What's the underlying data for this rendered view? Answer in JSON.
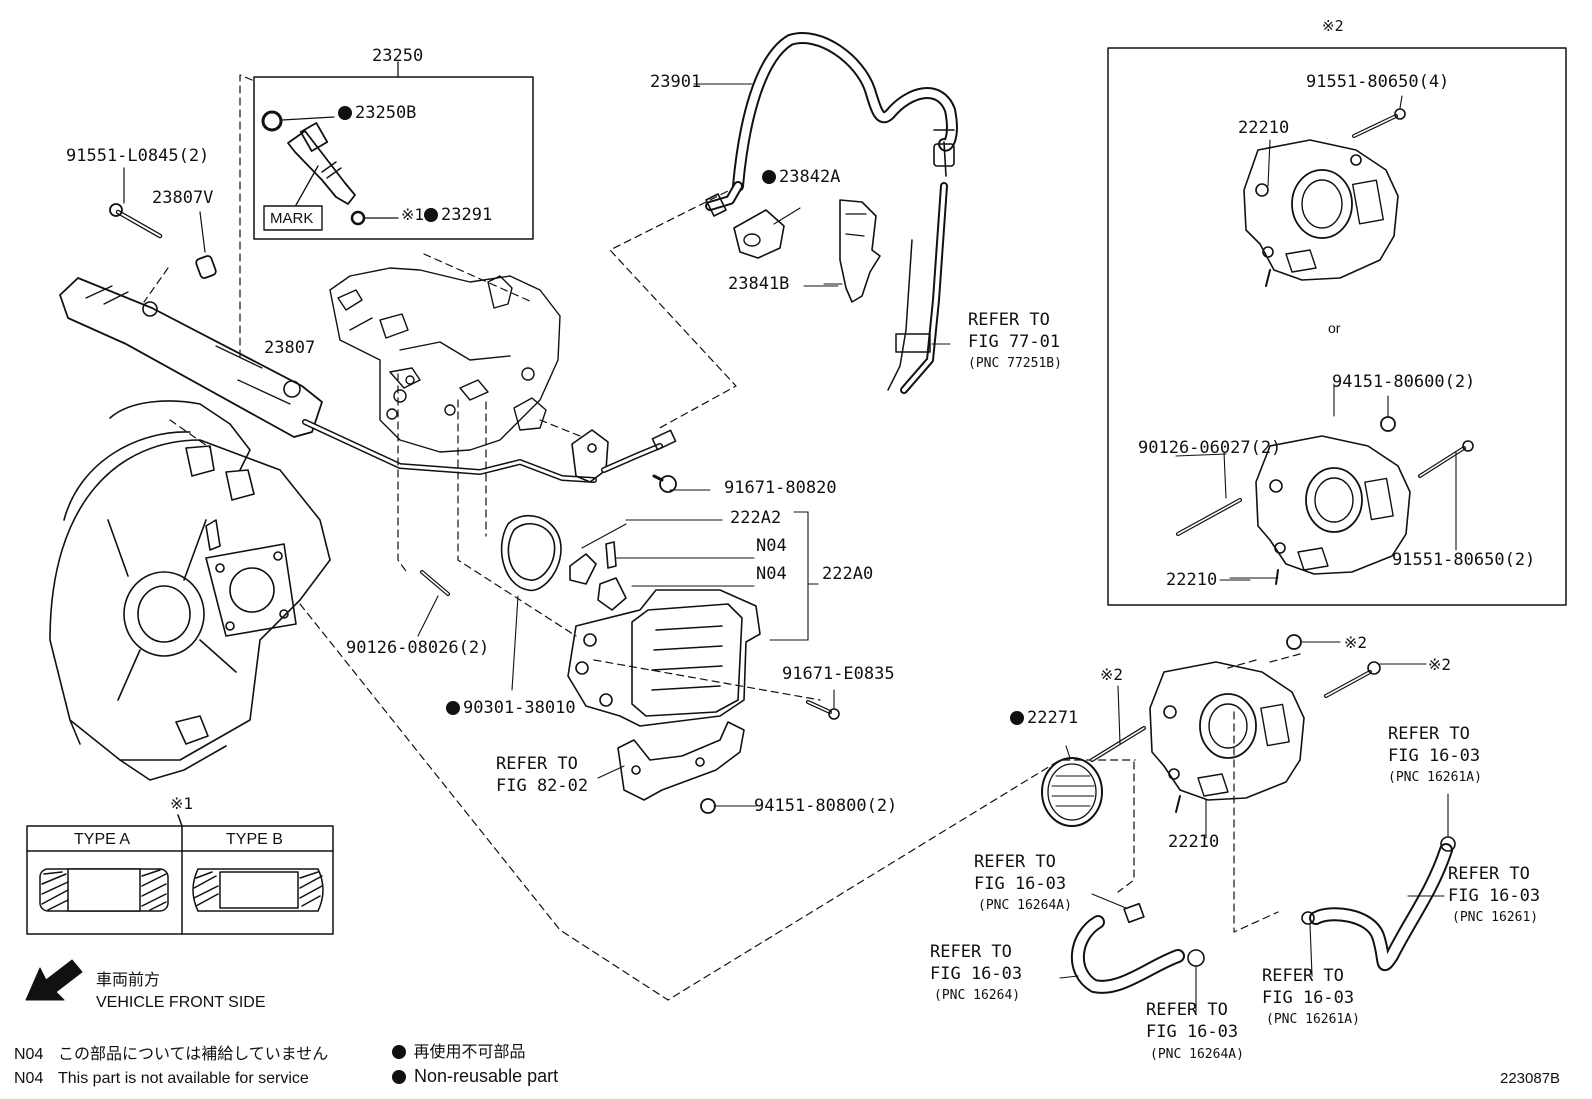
{
  "labels": {
    "p23250": "23250",
    "p23250b": "23250B",
    "p23291": "23291",
    "mark": "MARK",
    "kome1_inj": "※1",
    "p91551_l0845": "91551-L0845(2)",
    "p23807v": "23807V",
    "p23807": "23807",
    "p23901": "23901",
    "p23842a": "23842A",
    "p23841b": "23841B",
    "ref_77_l1": "REFER TO",
    "ref_77_l2": "FIG 77-01",
    "ref_77_l3": "(PNC 77251B)",
    "p91671_80820": "91671-80820",
    "p222a2": "222A2",
    "n04_a": "N04",
    "n04_b": "N04",
    "p222a0": "222A0",
    "p90126_08026": "90126-08026(2)",
    "p91671_e0835": "91671-E0835",
    "p90301_38010": "90301-38010",
    "ref_82_l1": "REFER TO",
    "ref_82_l2": "FIG 82-02",
    "p94151_80800": "94151-80800(2)",
    "box_kome2": "※2",
    "p91551_80650_4": "91551-80650(4)",
    "p22210_top": "22210",
    "or": "or",
    "p94151_80600": "94151-80600(2)",
    "p90126_06027": "90126-06027(2)",
    "p91551_80650_2": "91551-80650(2)",
    "p22210_box_bottom": "22210",
    "kome2_nut": "※2",
    "kome2_bolt": "※2",
    "kome2_stud": "※2",
    "p22271": "22271",
    "p22210_main": "22210",
    "ref_16261a_top_l1": "REFER TO",
    "ref_16261a_top_l2": "FIG 16-03",
    "ref_16261a_top_l3": "(PNC 16261A)",
    "ref_16261_l1": "REFER TO",
    "ref_16261_l2": "FIG 16-03",
    "ref_16261_l3": "(PNC 16261)",
    "ref_16264a_l1": "REFER TO",
    "ref_16264a_l2": "FIG 16-03",
    "ref_16264a_l3": "(PNC 16264A)",
    "ref_16264_l1": "REFER TO",
    "ref_16264_l2": "FIG 16-03",
    "ref_16264_l3": "(PNC 16264)",
    "ref_16264a_b_l1": "REFER TO",
    "ref_16264a_b_l2": "FIG 16-03",
    "ref_16264a_b_l3": "(PNC 16264A)",
    "ref_16261a_b_l1": "REFER TO",
    "ref_16261a_b_l2": "FIG 16-03",
    "ref_16261a_b_l3": "(PNC 16261A)",
    "type_kome1": "※1",
    "type_a": "TYPE A",
    "type_b": "TYPE B"
  },
  "legend": {
    "front_jp": "車両前方",
    "front_en": "VEHICLE FRONT SIDE",
    "n04_code_1": "N04",
    "n04_jp": "この部品については補給していません",
    "n04_code_2": "N04",
    "n04_en": "This part is not available for service",
    "nonreuse_jp": "再使用不可部品",
    "nonreuse_en": "Non-reusable part"
  },
  "figure_id": "223087B",
  "colors": {
    "ink": "#111111",
    "background": "#ffffff"
  }
}
